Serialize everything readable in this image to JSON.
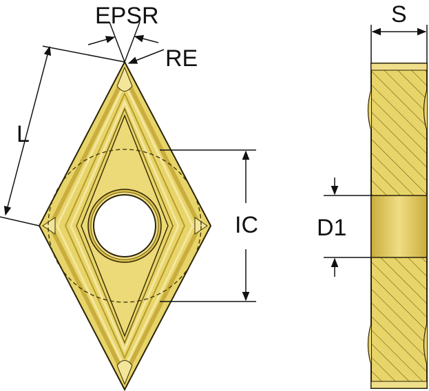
{
  "labels": {
    "epsr": "EPSR",
    "re": "RE",
    "l": "L",
    "ic": "IC",
    "s": "S",
    "d1": "D1"
  },
  "colors": {
    "insert_fill": "#e8d56a",
    "insert_light": "#f2e496",
    "insert_dark": "#c9ad3e",
    "outline": "#2a2208",
    "hatch": "#6e5a10",
    "bore": "#d4b73a",
    "line": "#111111"
  },
  "icons": {
    "arrowhead": "arrowhead-icon"
  }
}
